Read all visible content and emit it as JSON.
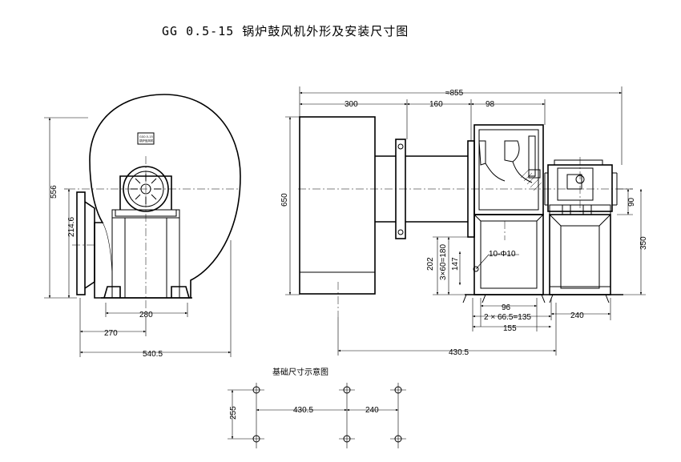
{
  "title": "GG 0.5-15  锅炉鼓风机外形及安装尺寸图",
  "nameplate": {
    "line1": "GG0.5-15",
    "line2": "锅炉鼓风机"
  },
  "foundation_title": "基础尺寸示意图",
  "dims": {
    "d556": "556",
    "d214_6": "214.6",
    "d280": "280",
    "d270": "270",
    "d540_5": "540.5",
    "d650": "650",
    "d855": "≈855",
    "d300": "300",
    "d160": "160",
    "d98": "98",
    "d202": "202",
    "d3x60": "3×60=180",
    "d147": "147",
    "holes": "10-Φ10",
    "d96": "96",
    "d2x66": "2 × 66.5=135",
    "d155": "155",
    "d240": "240",
    "d430_5": "430.5",
    "d90": "90",
    "d350": "350"
  },
  "foundation_dims": {
    "d255": "255",
    "d430_5": "430.5",
    "d240": "240"
  }
}
